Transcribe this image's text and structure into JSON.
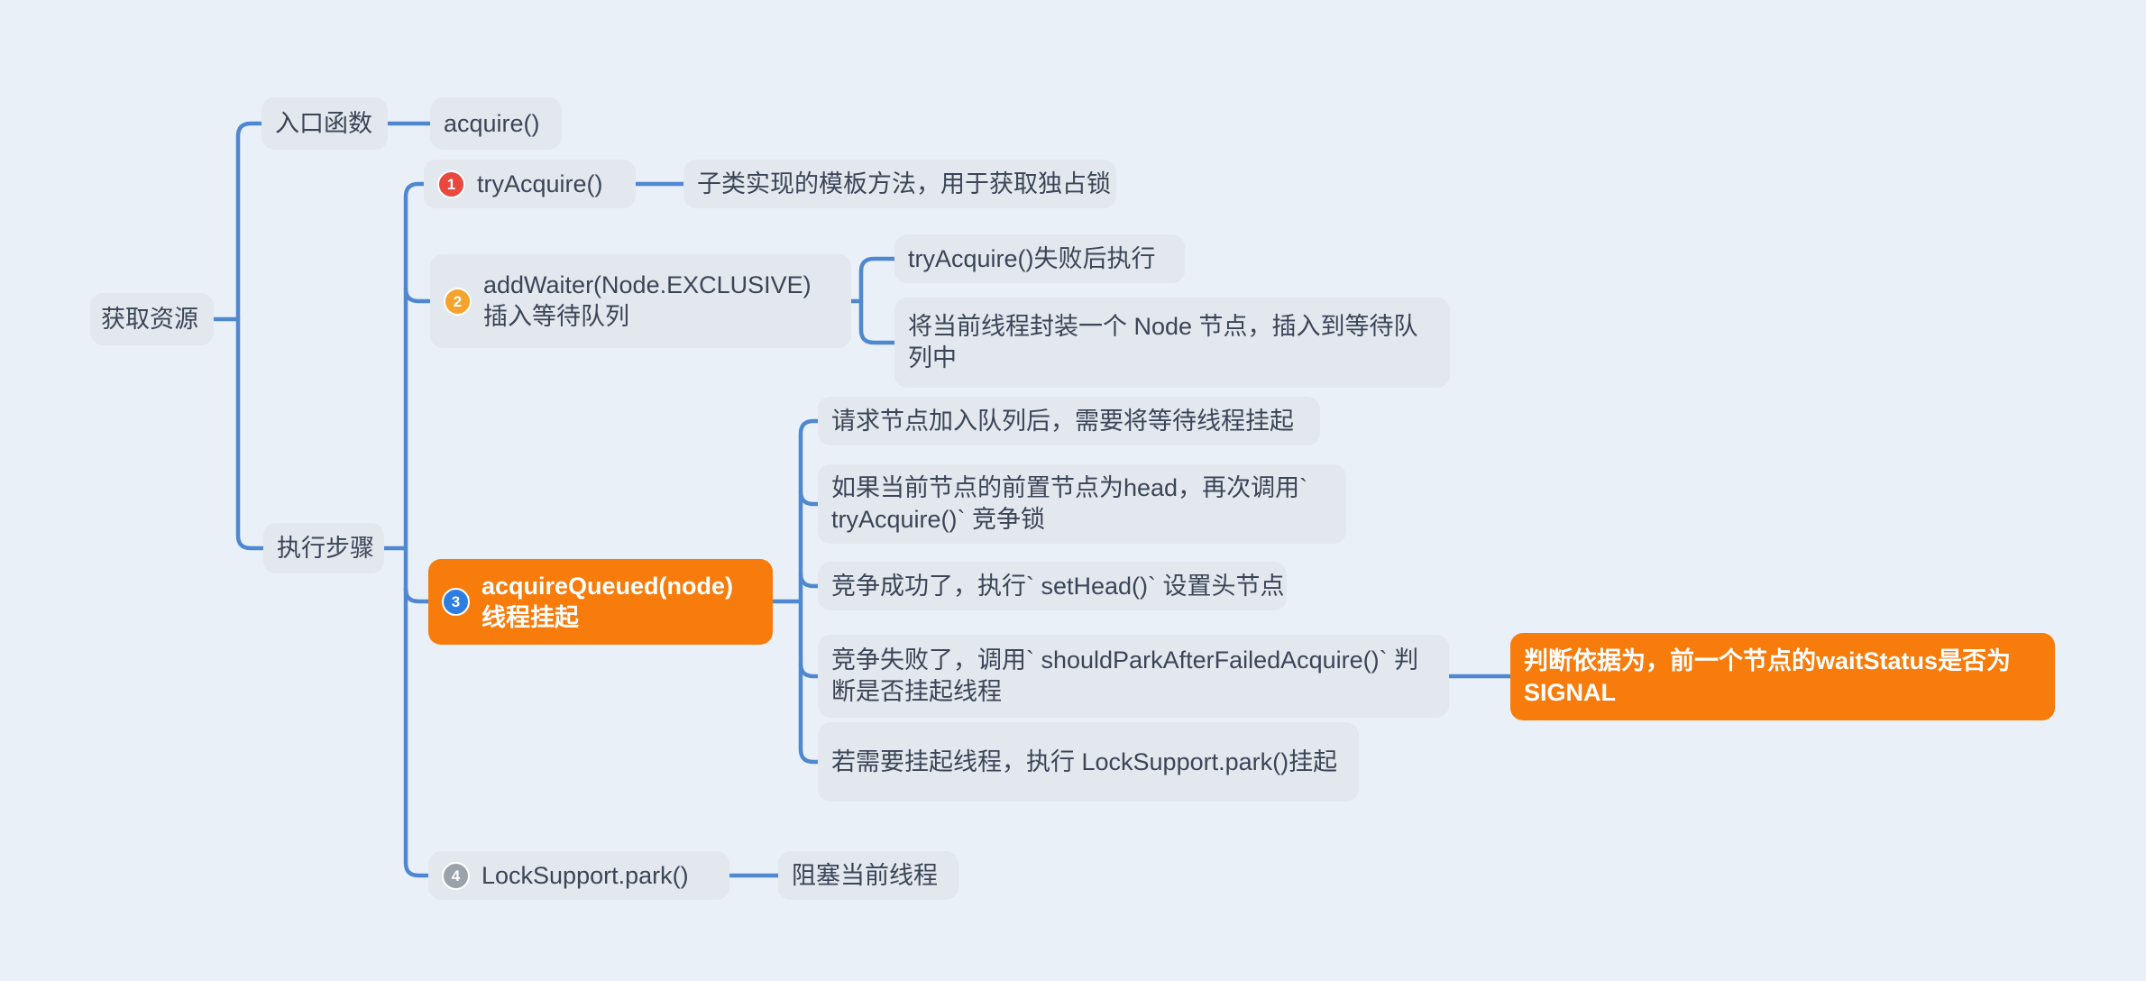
{
  "colors": {
    "page-bg": "#e9f0f8",
    "node-bg": "#e3e8ee",
    "node-text": "#3a4557",
    "wire": "#4f88d0",
    "accent-orange": "#f77c0c",
    "badge-red": "#e9483e",
    "badge-amber": "#f5a32d",
    "badge-blue": "#2d7de2",
    "badge-gray": "#9aa2ab"
  },
  "badges": {
    "step1": "1",
    "step2": "2",
    "step3": "3",
    "step4": "4"
  },
  "nodes": {
    "root": "获取资源",
    "entry": "入口函数",
    "entry_child": "acquire()",
    "steps": "执行步骤",
    "step1": "tryAcquire()",
    "step1_note": "子类实现的模板方法，用于获取独占锁",
    "step2_line1": "addWaiter(Node.EXCLUSIVE)",
    "step2_line2": "插入等待队列",
    "step2_note1": "tryAcquire()失败后执行",
    "step2_note2": "将当前线程封装一个 Node 节点，插入到等待队列中",
    "step3_line1": "acquireQueued(node)",
    "step3_line2": "线程挂起",
    "step3_note1": "请求节点加入队列后，需要将等待线程挂起",
    "step3_note2": "如果当前节点的前置节点为head，再次调用` tryAcquire()` 竞争锁",
    "step3_note3": "竞争成功了，执行` setHead()` 设置头节点",
    "step3_note4": "竞争失败了，调用` shouldParkAfterFailedAcquire()` 判断是否挂起线程",
    "step3_note4_detail": "判断依据为，前一个节点的waitStatus是否为SIGNAL",
    "step3_note5": "若需要挂起线程，执行 LockSupport.park()挂起",
    "step4": "LockSupport.park()",
    "step4_note": "阻塞当前线程"
  }
}
